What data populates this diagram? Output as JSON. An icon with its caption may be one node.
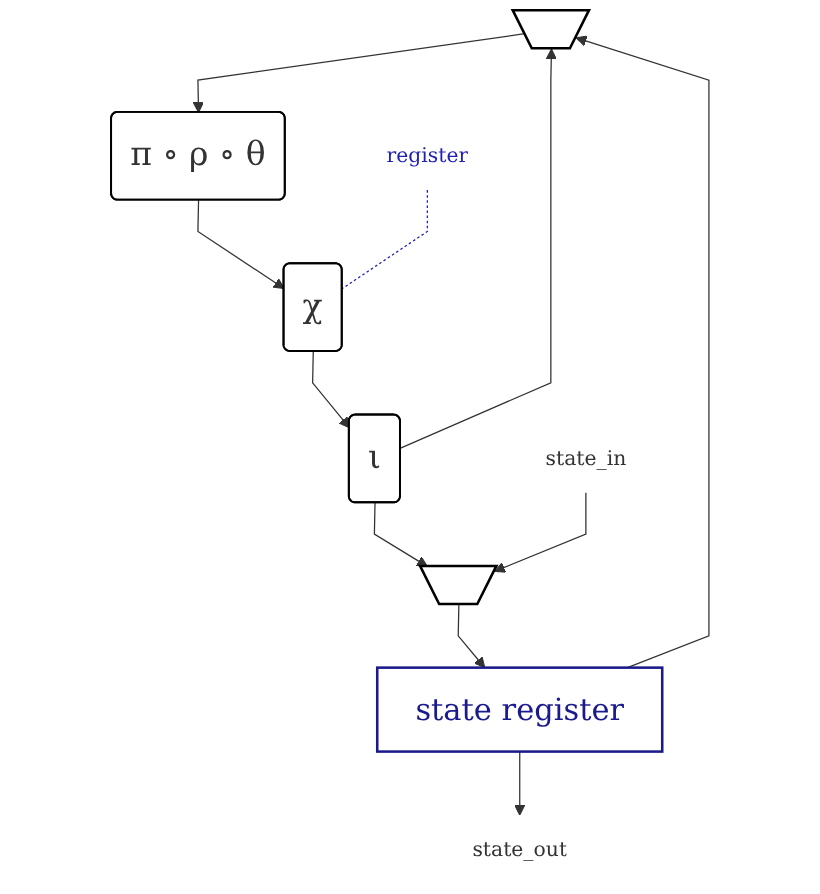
{
  "diagram": {
    "nodes": [
      {
        "text": [],
        "shape": "trapezoid"
      },
      {
        "text": [
          "π ∘ ρ ∘ θ"
        ]
      },
      {
        "text": [
          "χ"
        ]
      },
      {
        "text": [
          "ι"
        ]
      },
      {
        "text": [
          "state_in"
        ]
      },
      {
        "text": [],
        "shape": "trapezoid"
      },
      {
        "text": [
          "state register"
        ]
      },
      {
        "text": [
          "state_out"
        ]
      },
      {
        "text": [
          "register"
        ]
      }
    ],
    "edges": [
      {
        "from": 0,
        "to": 1,
        "arrow": "to"
      },
      {
        "from": 1,
        "to": 2,
        "arrow": "to"
      },
      {
        "from": 2,
        "to": 3,
        "arrow": "to"
      },
      {
        "from": 3,
        "to": 5,
        "arrow": "to"
      },
      {
        "from": 4,
        "to": 5,
        "arrow": "to"
      },
      {
        "from": 5,
        "to": 6,
        "arrow": "to"
      },
      {
        "from": 6,
        "to": 7,
        "arrow": "to"
      },
      {
        "from": 6,
        "to": 0,
        "arrow": "to"
      },
      {
        "from": 3,
        "to": 0,
        "arrow": "to"
      },
      {
        "from": 8,
        "to": 2,
        "arrow": "none",
        "style": "dashed",
        "color": "#1f1fb4"
      }
    ]
  }
}
